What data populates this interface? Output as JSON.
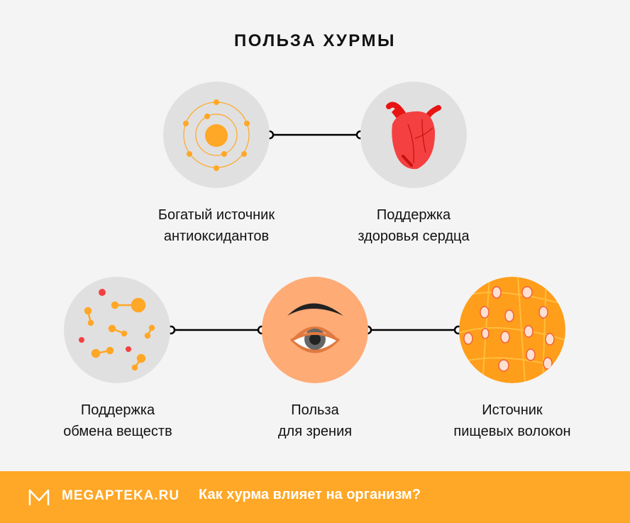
{
  "title": "ПОЛЬЗА ХУРМЫ",
  "items": [
    {
      "label_line1": "Богатый источник",
      "label_line2": "антиоксидантов",
      "icon": "atom-icon"
    },
    {
      "label_line1": "Поддержка",
      "label_line2": "здоровья сердца",
      "icon": "heart-icon"
    },
    {
      "label_line1": "Поддержка",
      "label_line2": "обмена веществ",
      "icon": "molecules-icon"
    },
    {
      "label_line1": "Польза",
      "label_line2": "для зрения",
      "icon": "eye-icon"
    },
    {
      "label_line1": "Источник",
      "label_line2": "пищевых волокон",
      "icon": "fiber-icon"
    }
  ],
  "footer": {
    "brand": "MEGAPTEKA.RU",
    "question": "Как хурма влияет на организм?"
  },
  "colors": {
    "accent": "#ffa726",
    "circle": "#e0e0e0",
    "heart": "#f44040"
  }
}
